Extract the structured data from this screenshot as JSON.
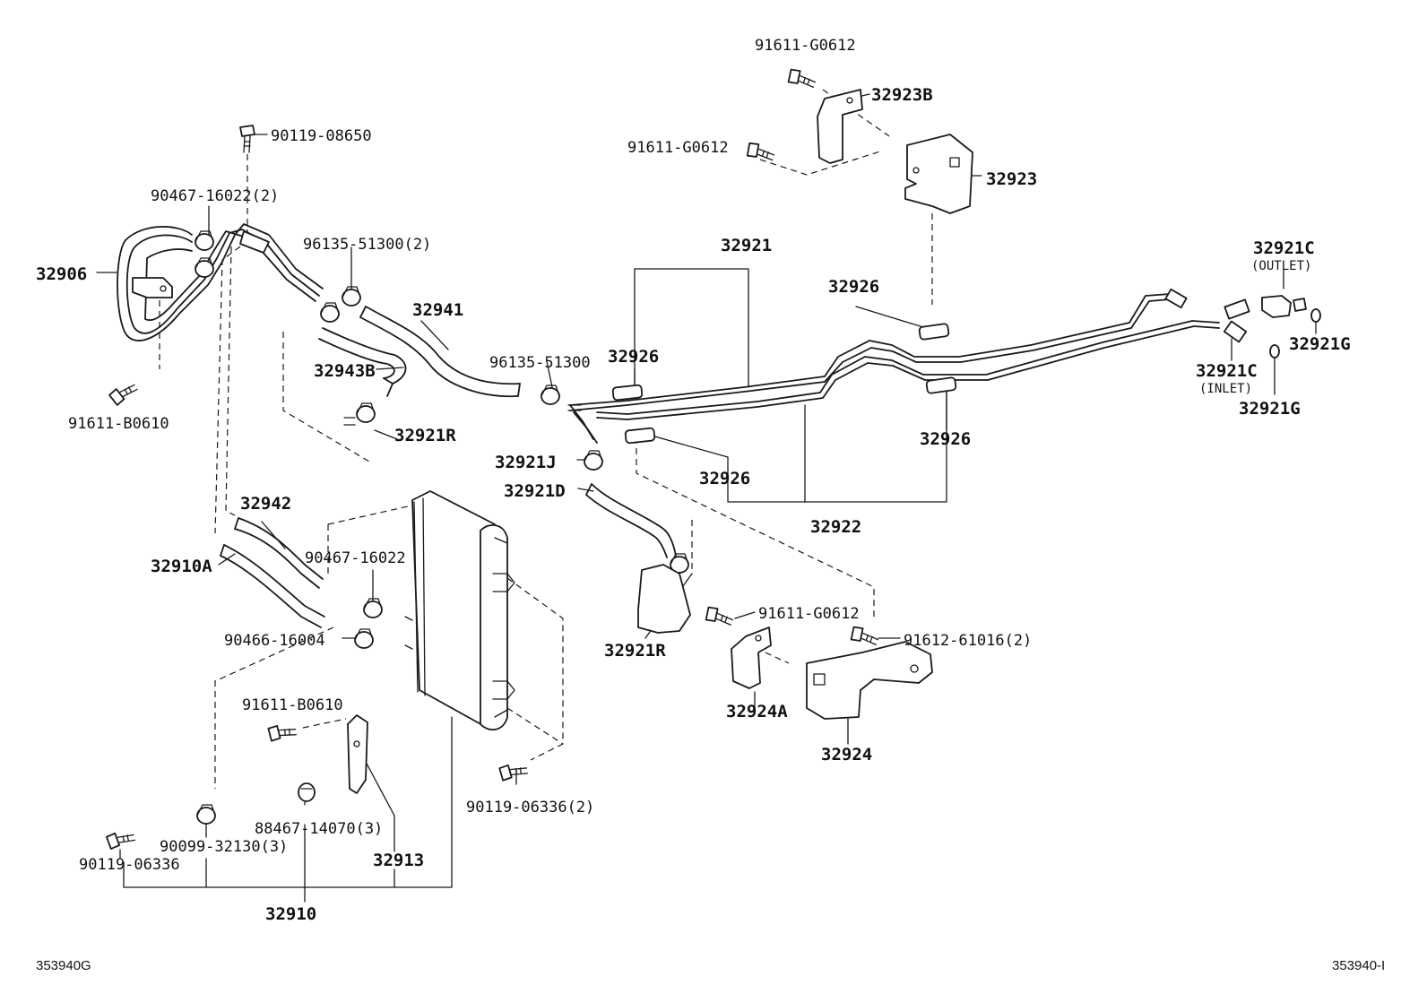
{
  "labels": {
    "l_91611_g0612_top": "91611-G0612",
    "l_32923b": "32923B",
    "l_91611_g0612_mid": "91611-G0612",
    "l_32923": "32923",
    "l_90119_08650": "90119-08650",
    "l_90467_16022_2": "90467-16022(2)",
    "l_96135_51300_2": "96135-51300(2)",
    "l_32906": "32906",
    "l_32941": "32941",
    "l_32943b": "32943B",
    "l_96135_51300": "96135-51300",
    "l_91611_b0610_top": "91611-B0610",
    "l_32921r_top": "32921R",
    "l_32921": "32921",
    "l_32926_a": "32926",
    "l_32926_b": "32926",
    "l_32926_c": "32926",
    "l_32926_d": "32926",
    "l_32921c_outlet": "32921C",
    "l_outlet": "(OUTLET)",
    "l_32921g_a": "32921G",
    "l_32921c_inlet": "32921C",
    "l_inlet": "(INLET)",
    "l_32921g_b": "32921G",
    "l_32921j": "32921J",
    "l_32921d": "32921D",
    "l_32922": "32922",
    "l_32942": "32942",
    "l_32910a": "32910A",
    "l_90467_16022": "90467-16022",
    "l_90466_16004": "90466-16004",
    "l_32921r_bottom": "32921R",
    "l_91611_g0612_low": "91611-G0612",
    "l_91612_61016_2": "91612-61016(2)",
    "l_32924a": "32924A",
    "l_32924": "32924",
    "l_91611_b0610_low": "91611-B0610",
    "l_90119_06336_2": "90119-06336(2)",
    "l_88467_14070_3": "88467-14070(3)",
    "l_90099_32130_3": "90099-32130(3)",
    "l_32913": "32913",
    "l_90119_06336": "90119-06336",
    "l_32910": "32910",
    "code_left": "353940G",
    "code_right": "353940-I"
  }
}
